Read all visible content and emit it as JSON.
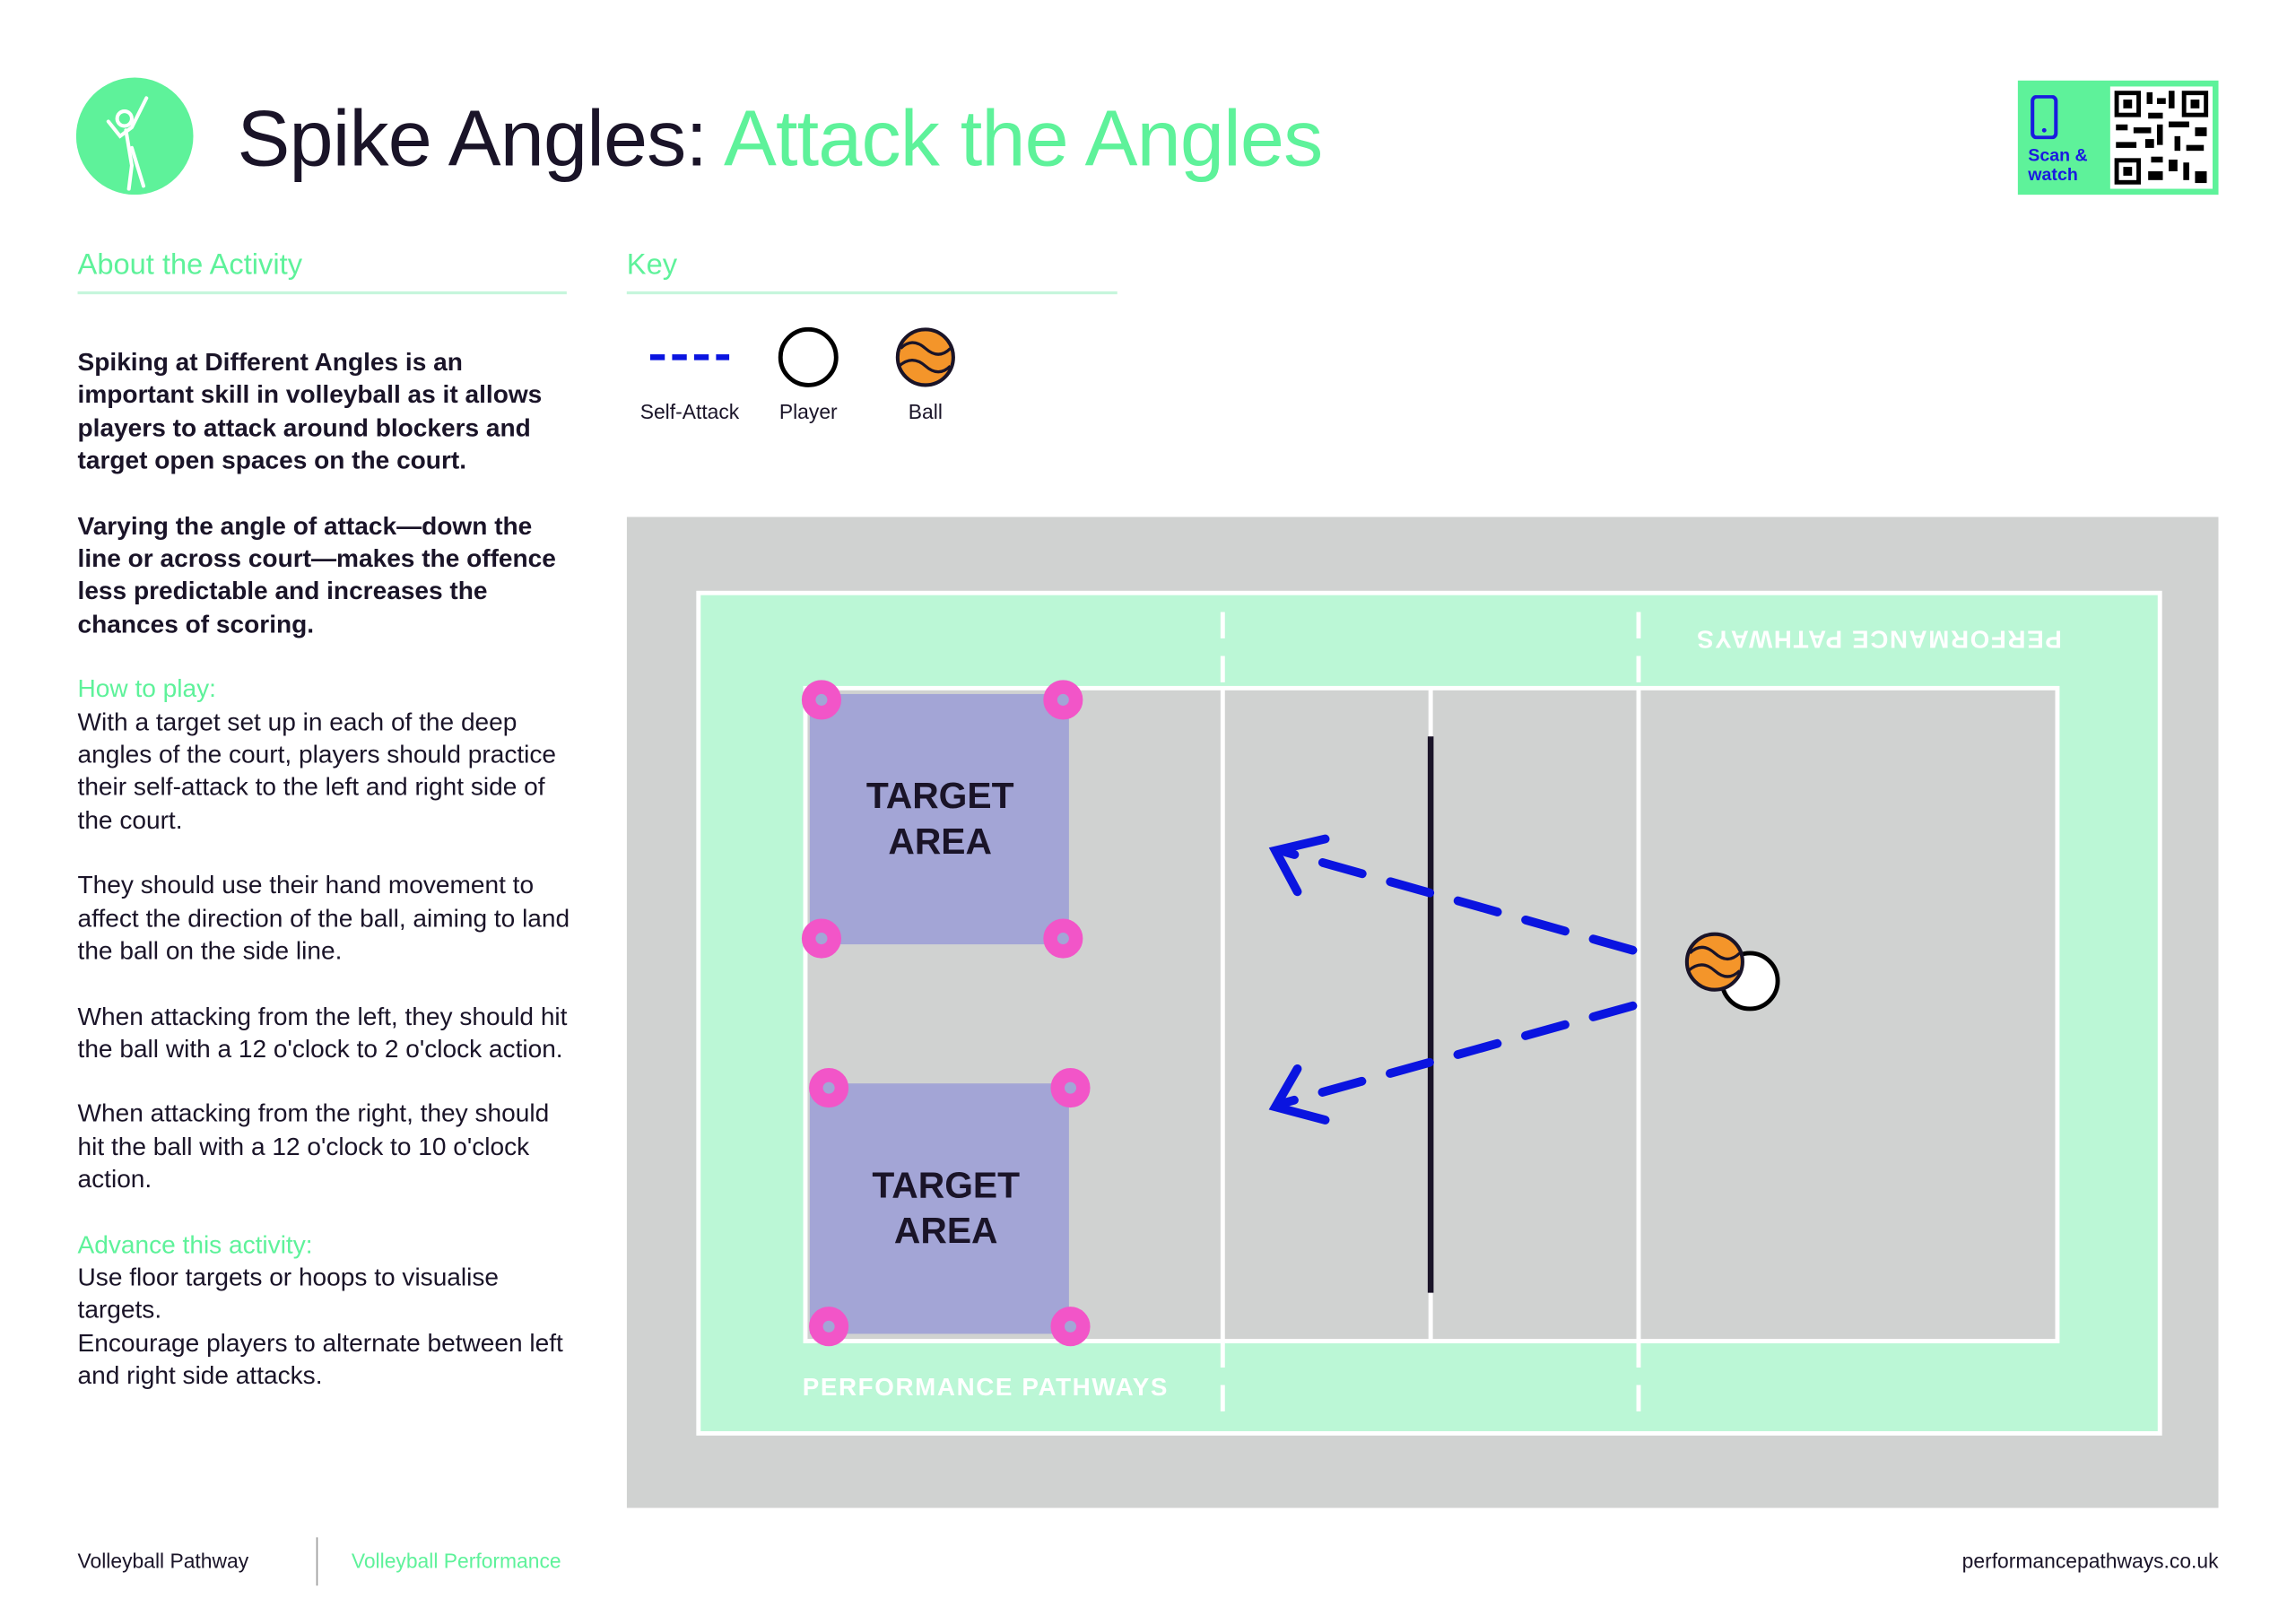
{
  "header": {
    "title_main": "Spike Angles:",
    "title_accent": "Attack the Angles",
    "qr_label_line1": "Scan &",
    "qr_label_line2": "watch"
  },
  "about": {
    "heading": "About the Activity",
    "intro1": "Spiking at Different Angles is an important skill in volleyball as it allows players to attack around blockers and target open spaces on the court.",
    "intro2": "Varying the angle of attack—down the line or across court—makes the offence less predictable and increases the chances of scoring.",
    "how_heading": "How to play:",
    "how1": "With a target set up in each of the deep angles of the court, players should practice their self-attack to the left and right side of the court.",
    "how2": "They should use their hand movement to affect the direction of the ball, aiming to land the ball on the side line.",
    "how3": "When attacking from the left, they should hit the ball with a 12 o'clock to 2 o'clock action.",
    "how4": "When attacking from the right, they should hit the ball with a 12 o'clock to 10 o'clock action.",
    "adv_heading": "Advance this activity:",
    "adv1": "Use floor targets or hoops to visualise targets.",
    "adv2": "Encourage players to alternate between left and right side attacks."
  },
  "key": {
    "heading": "Key",
    "items": [
      {
        "label": "Self-Attack",
        "icon": "dashed-arrow"
      },
      {
        "label": "Player",
        "icon": "circle"
      },
      {
        "label": "Ball",
        "icon": "ball"
      }
    ]
  },
  "diagram": {
    "target1": [
      "TARGET",
      "AREA"
    ],
    "target2": [
      "TARGET",
      "AREA"
    ],
    "court_text": "PERFORMANCE PATHWAYS",
    "court_text_flipped": "PERFORMANCE PATHWAYS"
  },
  "footer": {
    "left": "Volleyball Pathway",
    "middle": "Volleyball Performance",
    "right": "performancepathways.co.uk"
  },
  "colors": {
    "green": "#5ef29a",
    "dark": "#1a1428",
    "arrow": "#0a14e0",
    "cone": "#f255c8",
    "target": "#a3a5d6",
    "ball": "#f4952a"
  }
}
